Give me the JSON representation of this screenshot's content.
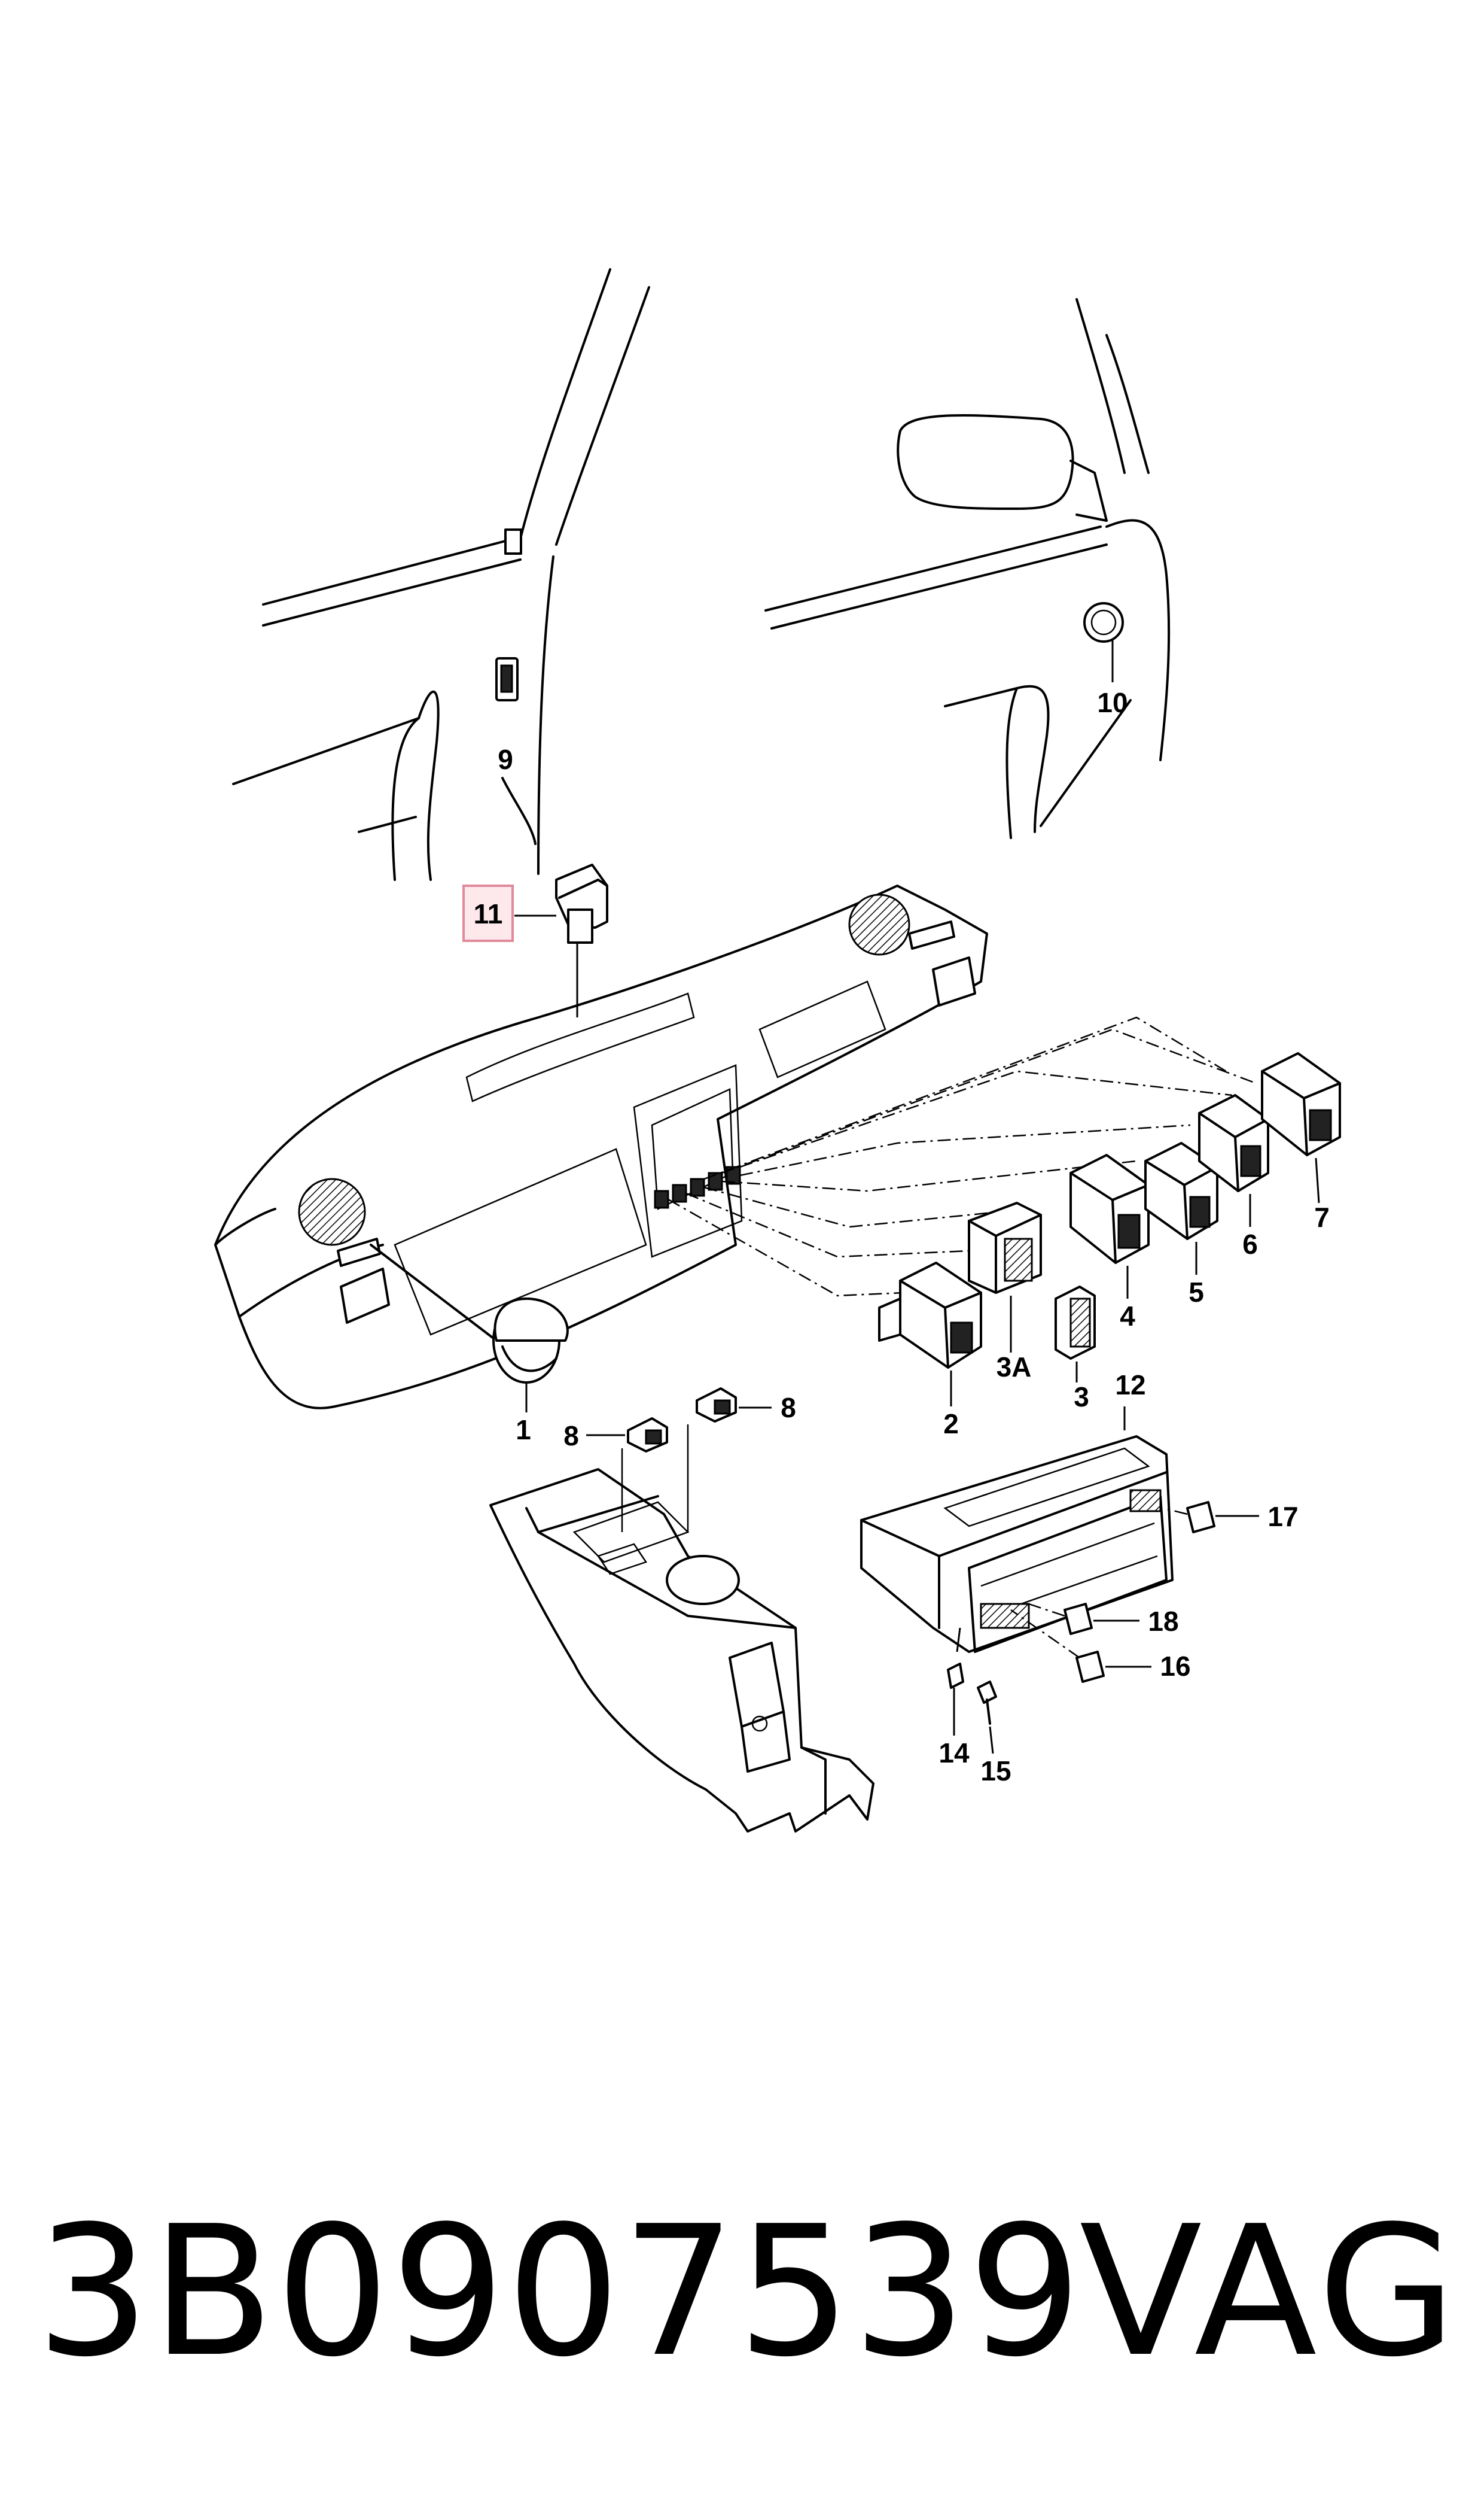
{
  "callouts": {
    "c1": "1",
    "c2": "2",
    "c3": "3",
    "c3a": "3A",
    "c4": "4",
    "c5": "5",
    "c6": "6",
    "c7": "7",
    "c8a": "8",
    "c8b": "8",
    "c9": "9",
    "c10": "10",
    "c11": "11",
    "c12": "12",
    "c14": "14",
    "c15": "15",
    "c16": "16",
    "c17": "17",
    "c18": "18"
  },
  "highlighted_callout": "11",
  "colors": {
    "line": "#000000",
    "highlight_fill": "#fde8ec",
    "highlight_border": "#e08a9a"
  },
  "footer": {
    "part_number": "3B0907539",
    "brand": "VAG"
  }
}
